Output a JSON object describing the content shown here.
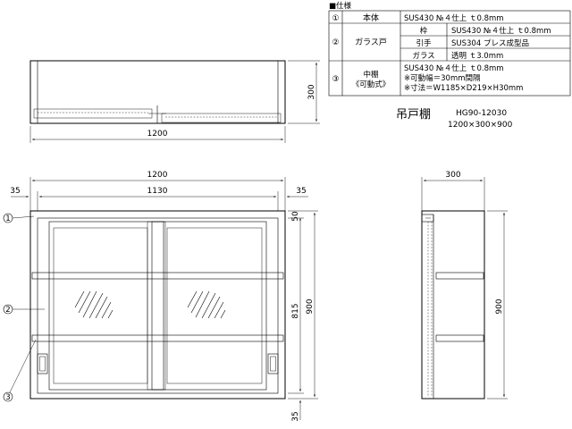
{
  "spec": {
    "header": "■仕様",
    "rows": [
      {
        "num": "①",
        "part": "本体",
        "sub": "",
        "text": [
          "SUS430 №４仕上 ｔ0.8mm"
        ]
      },
      {
        "num": "②",
        "part": "ガラス戸",
        "sub": "枠",
        "text": [
          "SUS430 №４仕上 ｔ0.8mm"
        ]
      },
      {
        "num": "",
        "part": "",
        "sub": "引手",
        "text": [
          "SUS304 プレス成型品"
        ]
      },
      {
        "num": "",
        "part": "",
        "sub": "ガラス",
        "text": [
          "透明 ｔ3.0mm"
        ]
      },
      {
        "num": "③",
        "part": "中棚",
        "part2": "《可動式》",
        "sub": "",
        "text": [
          "SUS430 №４仕上 ｔ0.8mm",
          "※可動幅＝30mm間隔",
          "※寸法＝W1185×D219×H30mm"
        ]
      }
    ]
  },
  "product": {
    "name": "吊戸棚",
    "model": "HG90-12030",
    "size": "1200×300×900"
  },
  "dimensions": {
    "top_width": "1200",
    "top_depth": "300",
    "front_width": "1200",
    "front_inner": "1130",
    "front_left": "35",
    "front_right": "35",
    "front_top": "50",
    "front_height": "900",
    "front_mid": "815",
    "front_bottom": "35",
    "side_depth": "300",
    "side_height": "900"
  },
  "callouts": [
    "1",
    "2",
    "3"
  ]
}
